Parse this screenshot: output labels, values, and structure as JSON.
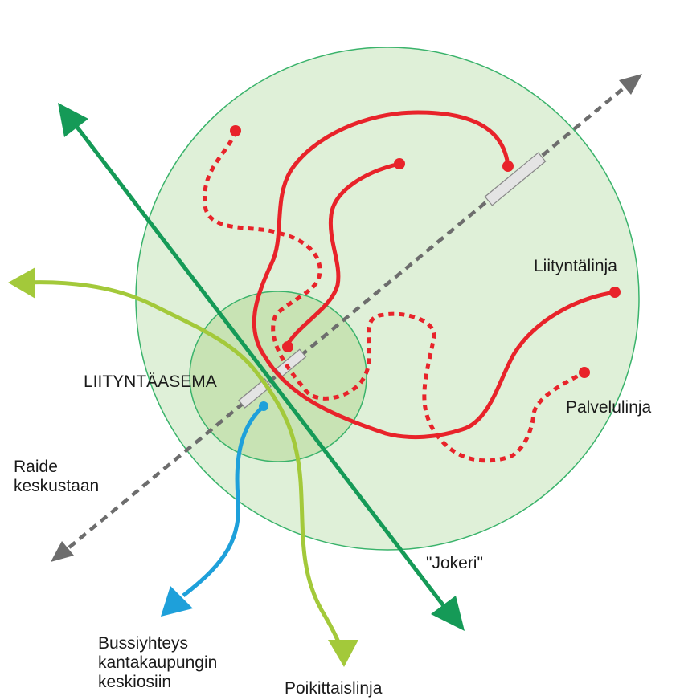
{
  "labels": {
    "station": "LIITYNTÄASEMA",
    "rail_line1": "Raide",
    "rail_line2": "keskustaan",
    "feeder": "Liityntälinja",
    "service": "Palvelulinja",
    "jokeri": "\"Jokeri\"",
    "bus_line1": "Bussiyhteys",
    "bus_line2": "kantakaupungin",
    "bus_line3": "keskiosiin",
    "cross": "Poikittaislinja"
  },
  "colors": {
    "outer_zone_fill": "#dff0d8",
    "outer_zone_stroke": "#3ab36b",
    "inner_zone_fill": "#c8e3b4",
    "rail": "#6d6d6d",
    "feeder_red": "#e8232a",
    "jokeri_green": "#159a57",
    "cross_lime": "#a3c93a",
    "bus_blue": "#1ea0da",
    "platform": "#e4e4e4"
  }
}
